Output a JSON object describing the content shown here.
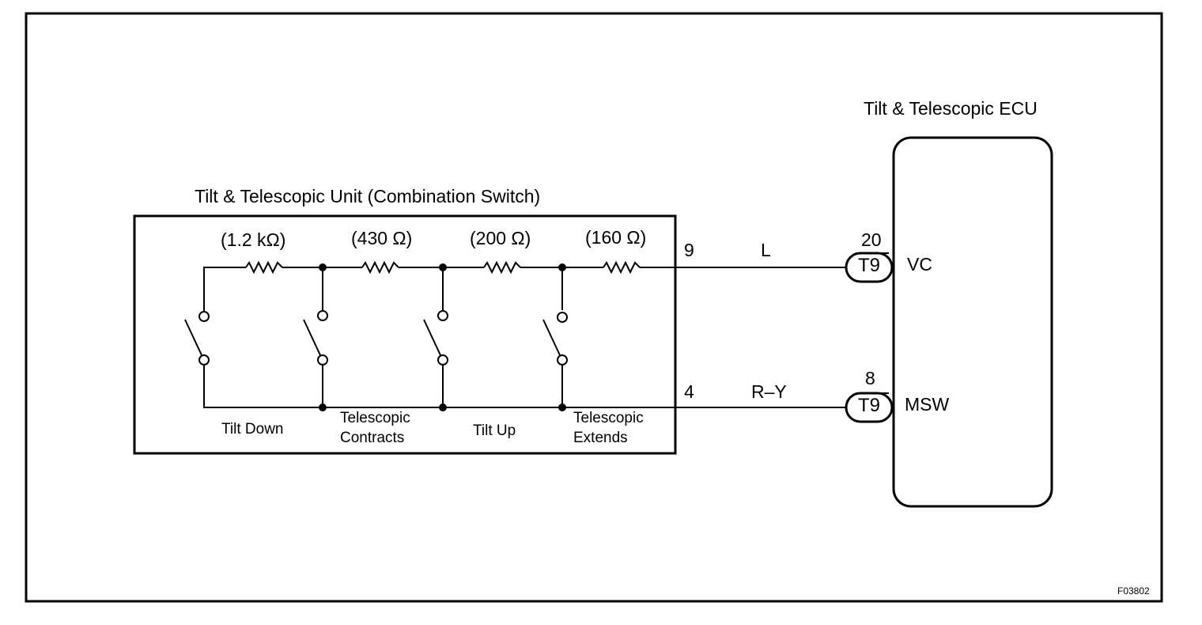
{
  "unit": {
    "title": "Tilt & Telescopic Unit (Combination Switch)",
    "resistors": [
      "(1.2 kΩ)",
      "(430 Ω)",
      "(200 Ω)",
      "(160 Ω)"
    ],
    "switches": [
      {
        "label": "Tilt Down"
      },
      {
        "label": "Telescopic\nContracts"
      },
      {
        "label": "Tilt Up"
      },
      {
        "label": "Telescopic\nExtends"
      }
    ],
    "pins": {
      "top": "9",
      "bottom": "4"
    }
  },
  "wires": {
    "top": "L",
    "bottom": "R–Y"
  },
  "ecu": {
    "title": "Tilt & Telescopic ECU",
    "terminals": [
      {
        "pin": "20",
        "connector": "T9",
        "name": "VC"
      },
      {
        "pin": "8",
        "connector": "T9",
        "name": "MSW"
      }
    ]
  },
  "figure_code": "F03802"
}
